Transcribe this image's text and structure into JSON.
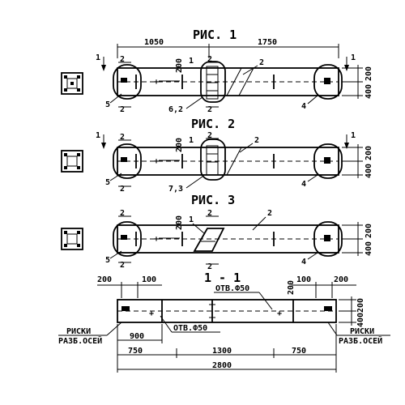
{
  "figures": {
    "fig1": {
      "title": "РИС. 1",
      "dim_left": "1050",
      "dim_right": "1750",
      "h1": "200",
      "h2": "400",
      "v200": "200",
      "marks": {
        "m1": "1",
        "m2a": "2",
        "m2b": "2",
        "m2c": "2",
        "m2d": "2",
        "m2e": "2",
        "m5": "5",
        "m62": "6,2",
        "m4": "4",
        "s1a": "1",
        "s1b": "1"
      }
    },
    "fig2": {
      "title": "РИС. 2",
      "h1": "200",
      "h2": "400",
      "v200": "200",
      "marks": {
        "m1": "1",
        "m2a": "2",
        "m2b": "2",
        "m2c": "2",
        "m2d": "2",
        "m5": "5",
        "m73": "7,3",
        "m4": "4",
        "s1a": "1",
        "s1b": "1"
      }
    },
    "fig3": {
      "title": "РИС. 3",
      "h1": "200",
      "h2": "400",
      "v200": "200",
      "marks": {
        "m1": "1",
        "m2a": "2",
        "m2b": "2",
        "m2c": "2",
        "m2d": "2",
        "m5": "5",
        "m4": "4"
      }
    },
    "section": {
      "title": "1 - 1",
      "d200l": "200",
      "d100l": "100",
      "d100r": "100",
      "d200r": "200",
      "hole_top": "ОТВ.Ф50",
      "hole_bot": "ОТВ.Ф50",
      "v200": "200",
      "h200": "200",
      "h400": "400",
      "marks_left_1": "РИСКИ",
      "marks_left_2": "РАЗБ.ОСЕЙ",
      "marks_right_1": "РИСКИ",
      "marks_right_2": "РАЗБ.ОСЕЙ",
      "d900": "900",
      "d750l": "750",
      "d1300": "1300",
      "d750r": "750",
      "d2800": "2800"
    }
  }
}
